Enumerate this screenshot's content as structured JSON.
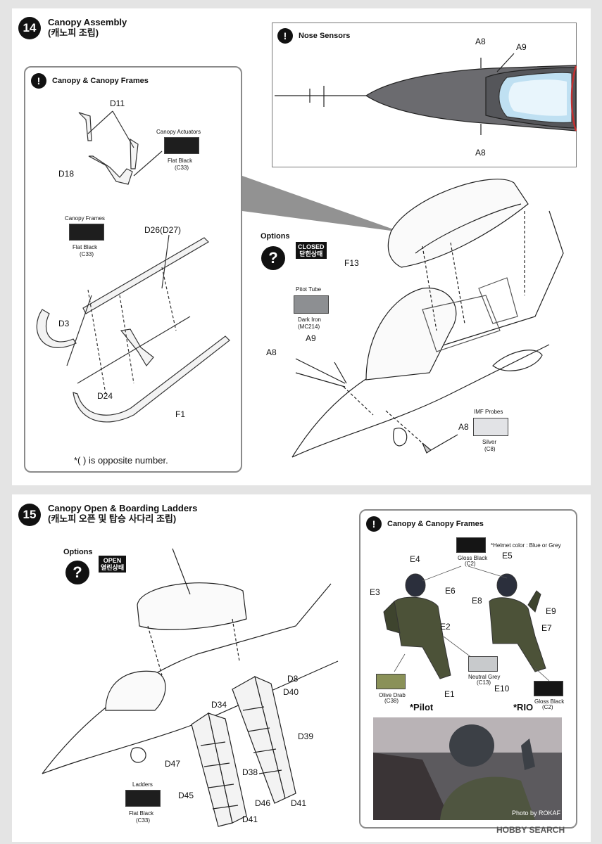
{
  "step14": {
    "number": "14",
    "title": "Canopy Assembly",
    "title_ko": "(캐노피 조립)",
    "canopy_box_title": "Canopy & Canopy Frames",
    "nose_box_title": "Nose Sensors",
    "options_label": "Options",
    "closed_tag_en": "CLOSED",
    "closed_tag_ko": "닫힌상태",
    "note": "*(    ) is opposite number.",
    "colors": {
      "actuators": {
        "label": "Canopy Actuators",
        "name": "Flat Black",
        "code": "(C33)",
        "hex": "#1e1e1e"
      },
      "frames": {
        "label": "Canopy Frames",
        "name": "Flat Black",
        "code": "(C33)",
        "hex": "#1e1e1e"
      },
      "pitot": {
        "label": "Pitot Tube",
        "name": "Dark Iron",
        "code": "(MC214)",
        "hex": "#8d8f92"
      },
      "imf": {
        "label": "IMF Probes",
        "name": "Silver",
        "code": "(C8)",
        "hex": "#e2e3e6"
      }
    },
    "parts": {
      "d11": "D11",
      "d18": "D18",
      "d26": "D26(D27)",
      "d3": "D3",
      "d24": "D24",
      "f1": "F1",
      "f13": "F13",
      "a8_main": "A8",
      "a9_main": "A9",
      "a8_lower": "A8",
      "nose_a8_top": "A8",
      "nose_a9": "A9",
      "nose_a8_bottom": "A8"
    }
  },
  "step15": {
    "number": "15",
    "title": "Canopy Open & Boarding Ladders",
    "title_ko": "(캐노피 오픈 및 탑승 사다리 조립)",
    "options_label": "Options",
    "open_tag_en": "OPEN",
    "open_tag_ko": "열린상태",
    "crew_box_title": "Canopy & Canopy Frames",
    "helmet_note": "*Helmet color : Blue or Grey",
    "pilot_label": "*Pilot",
    "rio_label": "*RIO",
    "photo_credit": "Photo by ROKAF",
    "colors": {
      "gloss_black_top": {
        "name": "Gloss Black",
        "code": "(C2)",
        "hex": "#151515"
      },
      "neutral_grey": {
        "name": "Neutral Grey",
        "code": "(C13)",
        "hex": "#c8cacc"
      },
      "olive_drab": {
        "name": "Olive Drab",
        "code": "(C38)",
        "hex": "#8a9158"
      },
      "gloss_black_bottom": {
        "name": "Gloss Black",
        "code": "(C2)",
        "hex": "#151515"
      },
      "ladders": {
        "label": "Ladders",
        "name": "Flat Black",
        "code": "(C33)",
        "hex": "#1e1e1e"
      }
    },
    "parts": {
      "e4": "E4",
      "e5": "E5",
      "e3": "E3",
      "e6": "E6",
      "e8": "E8",
      "e9": "E9",
      "e2": "E2",
      "e7": "E7",
      "e1": "E1",
      "e10": "E10",
      "d8": "D8",
      "d40": "D40",
      "d34": "D34",
      "d39": "D39",
      "d47": "D47",
      "d38": "D38",
      "d45": "D45",
      "d46": "D46",
      "d41_right": "D41",
      "d41_bottom": "D41"
    }
  },
  "watermark": "HOBBY SEARCH"
}
